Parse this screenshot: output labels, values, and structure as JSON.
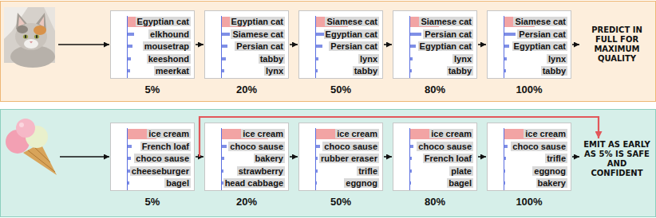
{
  "diagram": {
    "nodes": [
      {
        "text": [
          "PREDICT IN FULL FOR MAXIMUM QUALITY"
        ]
      },
      {
        "text": [
          "Egyptian cat",
          "elkhound",
          "mousetrap",
          "keeshond",
          "meerkat",
          "5%"
        ],
        "in": 0
      },
      {
        "text": [
          "Egyptian cat",
          "Siamese cat",
          "Persian cat",
          "tabby",
          "lynx",
          "20%"
        ],
        "in": 0
      },
      {
        "text": [
          "Siamese cat",
          "Egyptian cat",
          "Persian cat",
          "lynx",
          "tabby",
          "50%"
        ],
        "in": 0
      },
      {
        "text": [
          "Siamese cat",
          "Persian cat",
          "Egyptian cat",
          "lynx",
          "tabby",
          "80%"
        ],
        "in": 0
      },
      {
        "text": [
          "Siamese cat",
          "Persian cat",
          "Egyptian cat",
          "lynx",
          "tabby",
          "100%"
        ],
        "in": 0
      },
      {
        "text": [
          "EMIT AS EARLY AS 5% IS SAFE AND CONFIDENT"
        ]
      },
      {
        "text": [
          "ice cream",
          "French loaf",
          "choco sause",
          "cheeseburger",
          "bagel",
          "5%"
        ],
        "in": 6
      },
      {
        "text": [
          "ice cream",
          "choco sause",
          "bakery",
          "strawberry",
          "head cabbage",
          "20%"
        ],
        "in": 6
      },
      {
        "text": [
          "ice cream",
          "choco sause",
          "rubber eraser",
          "trifle",
          "eggnog",
          "50%"
        ],
        "in": 6
      },
      {
        "text": [
          "ice cream",
          "choco sause",
          "French loaf",
          "plate",
          "bagel",
          "80%"
        ],
        "in": 6
      },
      {
        "text": [
          "ice cream",
          "choco sause",
          "trifle",
          "eggnog",
          "bakery",
          "100%"
        ],
        "in": 6
      }
    ],
    "edges": [
      {
        "from": 1,
        "to": 2,
        "arrow": "to"
      },
      {
        "from": 2,
        "to": 3,
        "arrow": "to"
      },
      {
        "from": 3,
        "to": 4,
        "arrow": "to"
      },
      {
        "from": 4,
        "to": 5,
        "arrow": "to"
      },
      {
        "from": 7,
        "to": 8,
        "arrow": "to"
      },
      {
        "from": 8,
        "to": 9,
        "arrow": "to"
      },
      {
        "from": 9,
        "to": 10,
        "arrow": "to"
      },
      {
        "from": 10,
        "to": 11,
        "arrow": "to"
      }
    ]
  }
}
